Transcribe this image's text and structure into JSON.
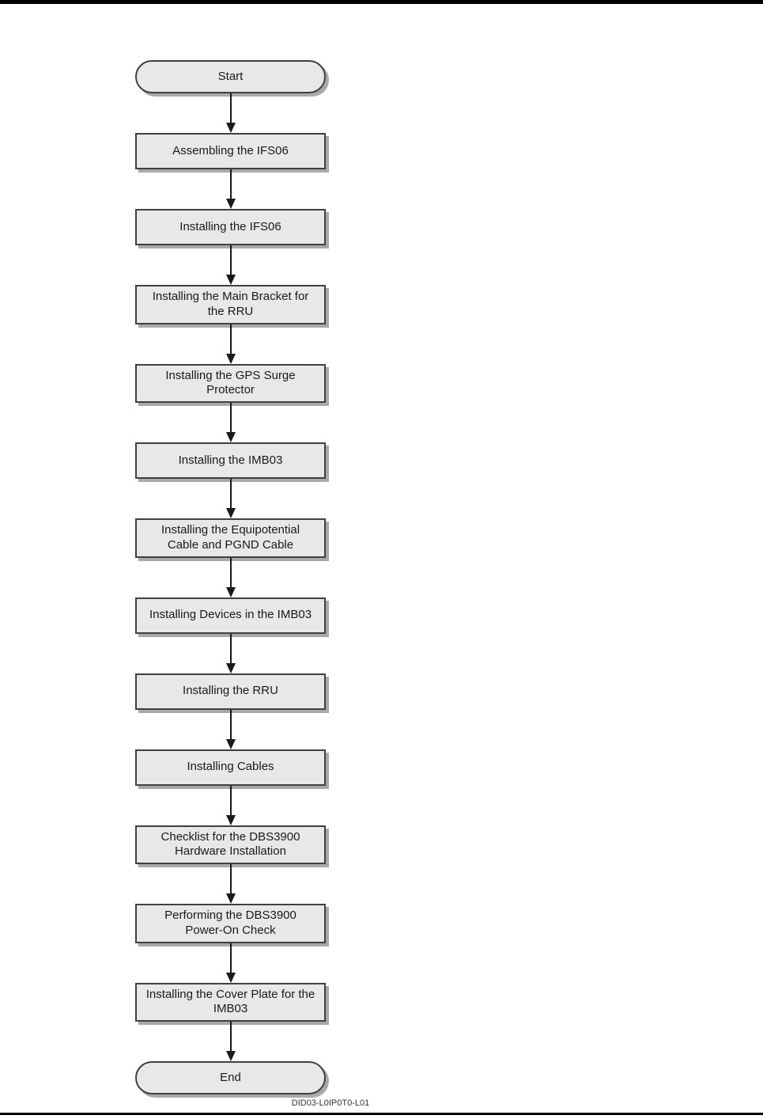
{
  "page": {
    "caption": "DID03-L0IP0T0-L01"
  },
  "flowchart": {
    "start_label": "Start",
    "end_label": "End",
    "steps": [
      "Assembling the IFS06",
      "Installing the IFS06",
      "Installing the Main Bracket for the RRU",
      "Installing the GPS Surge Protector",
      "Installing the IMB03",
      "Installing the Equipotential Cable and PGND Cable",
      "Installing Devices in the IMB03",
      "Installing the RRU",
      "Installing Cables",
      "Checklist for the DBS3900 Hardware Installation",
      "Performing the DBS3900 Power-On Check",
      "Installing the Cover Plate for the IMB03"
    ],
    "colors": {
      "node_fill": "#e8e8e8",
      "node_border": "#404040",
      "node_shadow": "#a9a9a9",
      "arrow": "#1a1a1a"
    }
  }
}
